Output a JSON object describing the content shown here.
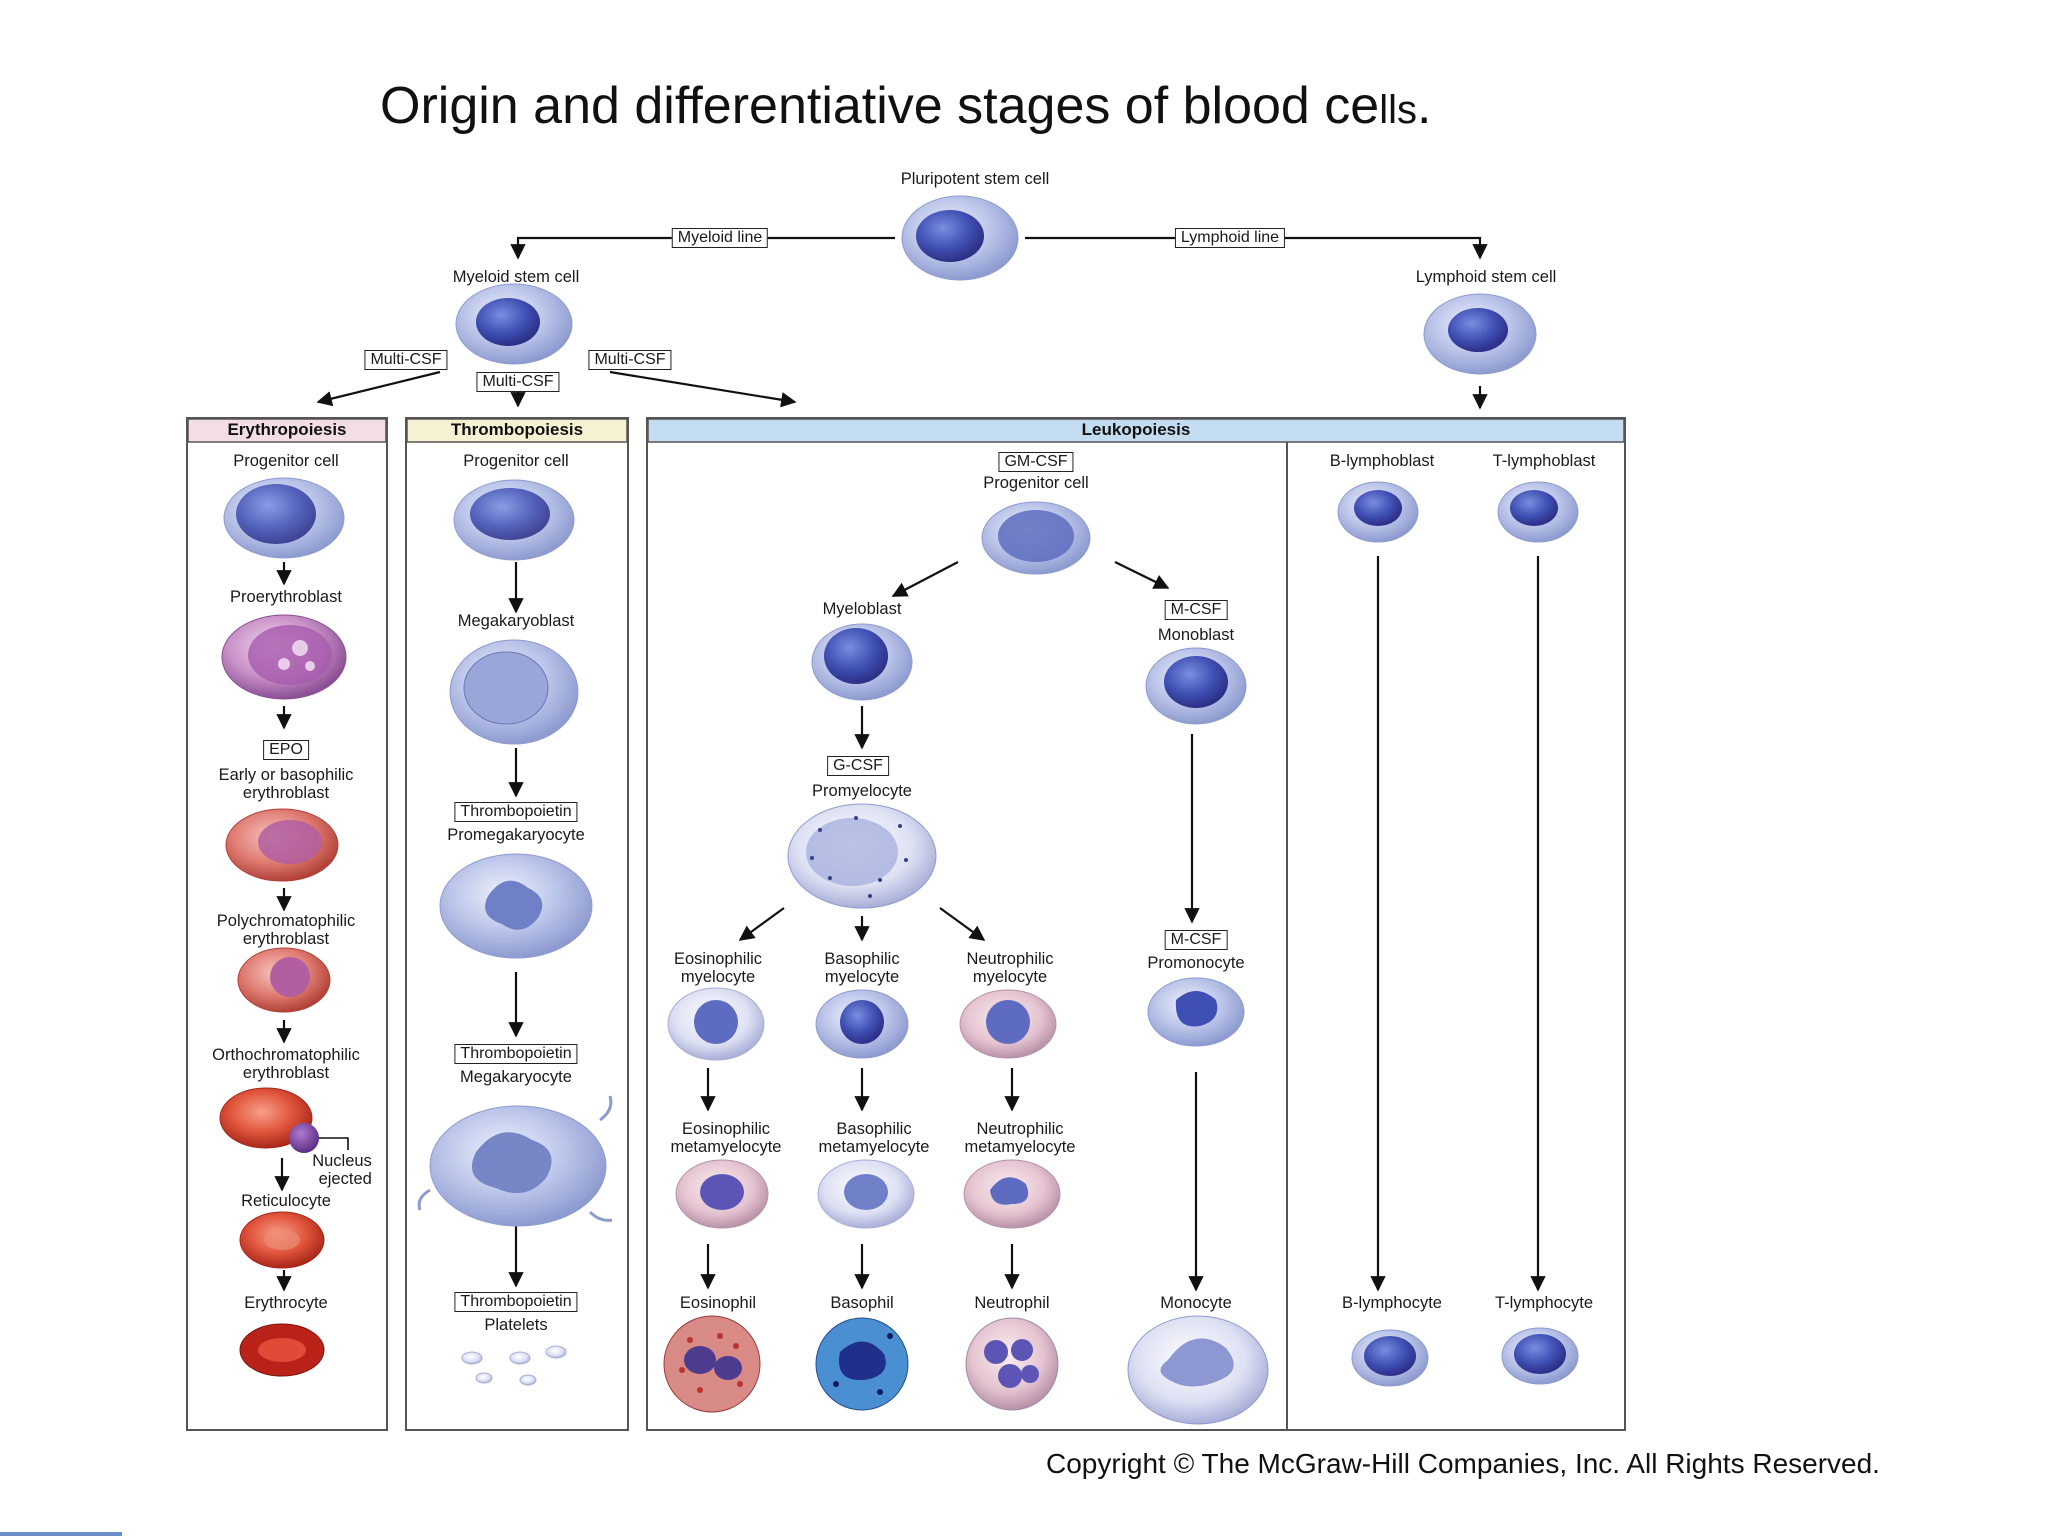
{
  "title": {
    "main": "Origin and differentiative stages of blood ce",
    "tail": "lls",
    "end": "."
  },
  "copyright": "Copyright © The McGraw-Hill Companies, Inc. All Rights Reserved.",
  "top": {
    "pluripotent": "Pluripotent stem cell",
    "myeloid_line": "Myeloid line",
    "lymphoid_line": "Lymphoid line",
    "myeloid_stem": "Myeloid stem cell",
    "lymphoid_stem": "Lymphoid stem cell",
    "multi_csf": "Multi-CSF"
  },
  "sections": {
    "erythropoiesis": "Erythropoiesis",
    "thrombopoiesis": "Thrombopoiesis",
    "leukopoiesis": "Leukopoiesis"
  },
  "ery": {
    "progenitor": "Progenitor cell",
    "proerythroblast": "Proerythroblast",
    "epo": "EPO",
    "early_1": "Early or basophilic",
    "early_2": "erythroblast",
    "poly_1": "Polychromatophilic",
    "poly_2": "erythroblast",
    "ortho_1": "Orthochromatophilic",
    "ortho_2": "erythroblast",
    "nucleus_1": "Nucleus",
    "nucleus_2": "ejected",
    "reticulocyte": "Reticulocyte",
    "erythrocyte": "Erythrocyte"
  },
  "thr": {
    "progenitor": "Progenitor cell",
    "megakaryoblast": "Megakaryoblast",
    "thrombopoietin": "Thrombopoietin",
    "promegakaryocyte": "Promegakaryocyte",
    "megakaryocyte": "Megakaryocyte",
    "platelets": "Platelets"
  },
  "leu": {
    "gm_csf": "GM-CSF",
    "progenitor": "Progenitor cell",
    "myeloblast": "Myeloblast",
    "m_csf": "M-CSF",
    "monoblast": "Monoblast",
    "g_csf": "G-CSF",
    "promyelocyte": "Promyelocyte",
    "eos_myel_1": "Eosinophilic",
    "eos_myel_2": "myelocyte",
    "bas_myel_1": "Basophilic",
    "bas_myel_2": "myelocyte",
    "neu_myel_1": "Neutrophilic",
    "neu_myel_2": "myelocyte",
    "promonocyte": "Promonocyte",
    "eos_meta_1": "Eosinophilic",
    "eos_meta_2": "metamyelocyte",
    "bas_meta_1": "Basophilic",
    "bas_meta_2": "metamyelocyte",
    "neu_meta_1": "Neutrophilic",
    "neu_meta_2": "metamyelocyte",
    "eosinophil": "Eosinophil",
    "basophil": "Basophil",
    "neutrophil": "Neutrophil",
    "monocyte": "Monocyte",
    "b_lymphoblast": "B-lymphoblast",
    "t_lymphoblast": "T-lymphoblast",
    "b_lymphocyte": "B-lymphocyte",
    "t_lymphocyte": "T-lymphocyte"
  },
  "colors": {
    "header_pink": "#f3dfe3",
    "header_yellow": "#f7f1d4",
    "header_blue": "#c3dcef",
    "panel_border": "#555555",
    "blue_cell": "#8b9fd9",
    "purple_cell": "#b27fc0",
    "red_cell": "#d24e3c"
  }
}
